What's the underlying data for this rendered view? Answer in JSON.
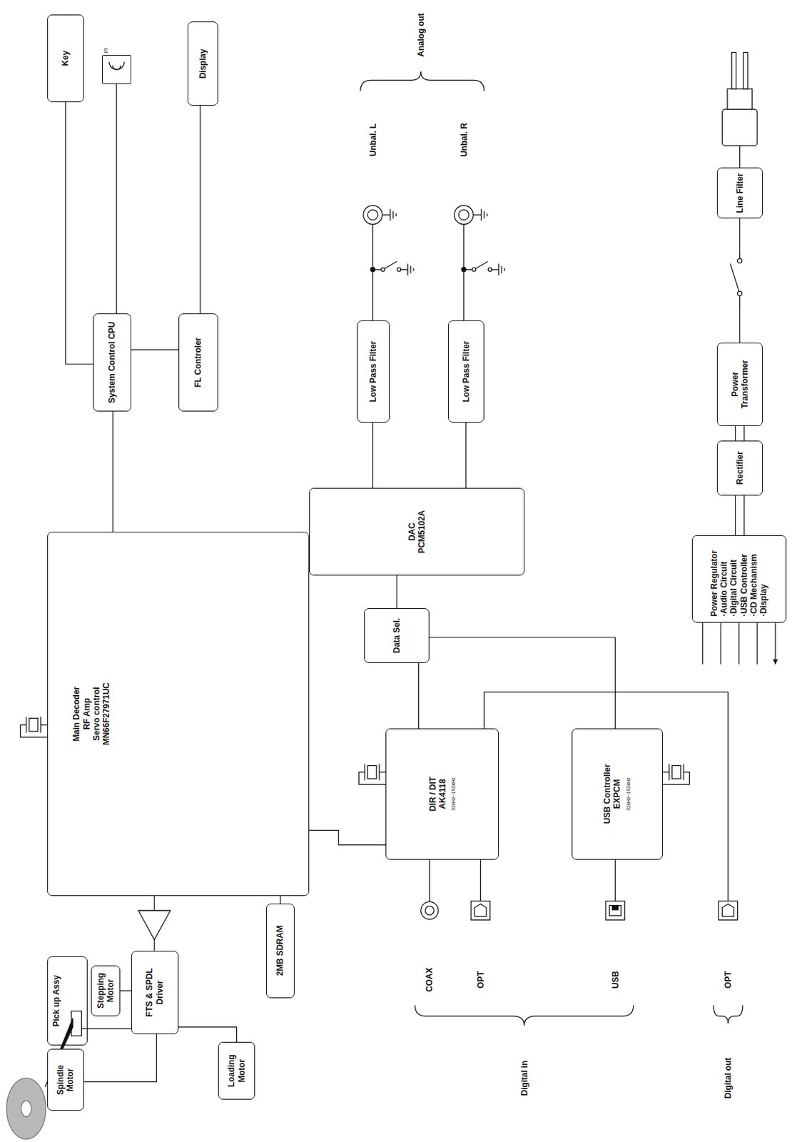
{
  "diagram": {
    "nodes": [
      {
        "text": [
          "Spindle Motor"
        ]
      },
      {
        "text": [
          "Pick up Assy"
        ]
      },
      {
        "text": [
          "Stepping Motor"
        ]
      },
      {
        "text": [
          "FTS & SPDL Driver"
        ]
      },
      {
        "text": [
          "Loading Motor"
        ]
      },
      {
        "text": [
          "Main Decoder",
          "RF Amp",
          "Servo control",
          "MN66F27971UC"
        ]
      },
      {
        "text": [
          "2MB SDRAM"
        ]
      },
      {
        "text": [
          "System Control CPU"
        ]
      },
      {
        "text": [
          "Key"
        ]
      },
      {
        "text": [
          "IR"
        ]
      },
      {
        "text": [
          "FL Controler"
        ]
      },
      {
        "text": [
          "Display"
        ]
      },
      {
        "text": [
          "DIR / DIT AK4118",
          "32kHz~192kHz"
        ]
      },
      {
        "text": [
          "USB Controller EXPCM",
          "32kHz~192kHz"
        ]
      },
      {
        "text": [
          "Data Sel."
        ]
      },
      {
        "text": [
          "DAC PCM5102A"
        ]
      },
      {
        "text": [
          "Low Pass Filter"
        ]
      },
      {
        "text": [
          "Low Pass Filter"
        ]
      },
      {
        "text": [
          "Line Filter"
        ]
      },
      {
        "text": [
          "Power Transformer"
        ]
      },
      {
        "text": [
          "Rectifier"
        ]
      },
      {
        "text": [
          "Power Regulator",
          "·Audio Circuit",
          "·Digital Circuit",
          "·USB Controller",
          "·CD Mechanism",
          "·Display"
        ]
      }
    ],
    "edges": [
      {
        "from": 7,
        "to": 5,
        "arrow": "to"
      },
      {
        "from": 8,
        "to": 7,
        "arrow": "none"
      },
      {
        "from": 9,
        "to": 7,
        "arrow": "none"
      },
      {
        "from": 7,
        "to": 10,
        "arrow": "none"
      },
      {
        "from": 10,
        "to": 11,
        "arrow": "none"
      },
      {
        "from": 5,
        "to": 3,
        "arrow": "none"
      },
      {
        "from": 3,
        "to": 2,
        "arrow": "to"
      },
      {
        "from": 3,
        "to": 1,
        "arrow": "to"
      },
      {
        "from": 3,
        "to": 0,
        "arrow": "to"
      },
      {
        "from": 3,
        "to": 4,
        "arrow": "to"
      },
      {
        "from": 5,
        "to": 6,
        "arrow": "none"
      },
      {
        "from": 5,
        "to": 12,
        "arrow": "to"
      },
      {
        "from": 12,
        "to": 14,
        "arrow": "to"
      },
      {
        "from": 13,
        "to": 14,
        "arrow": "to"
      },
      {
        "from": 14,
        "to": 15,
        "arrow": "to"
      },
      {
        "from": 15,
        "to": 16,
        "arrow": "none"
      },
      {
        "from": 15,
        "to": 17,
        "arrow": "none"
      },
      {
        "from": 18,
        "to": 19,
        "arrow": "none"
      },
      {
        "from": 19,
        "to": 20,
        "arrow": "none"
      },
      {
        "from": 20,
        "to": 21,
        "arrow": "none"
      }
    ],
    "labels": [
      "Analog out",
      "Unbal. L",
      "Unbal. R",
      "COAX",
      "OPT",
      "USB",
      "Digital in",
      "OPT",
      "Digital out"
    ]
  }
}
